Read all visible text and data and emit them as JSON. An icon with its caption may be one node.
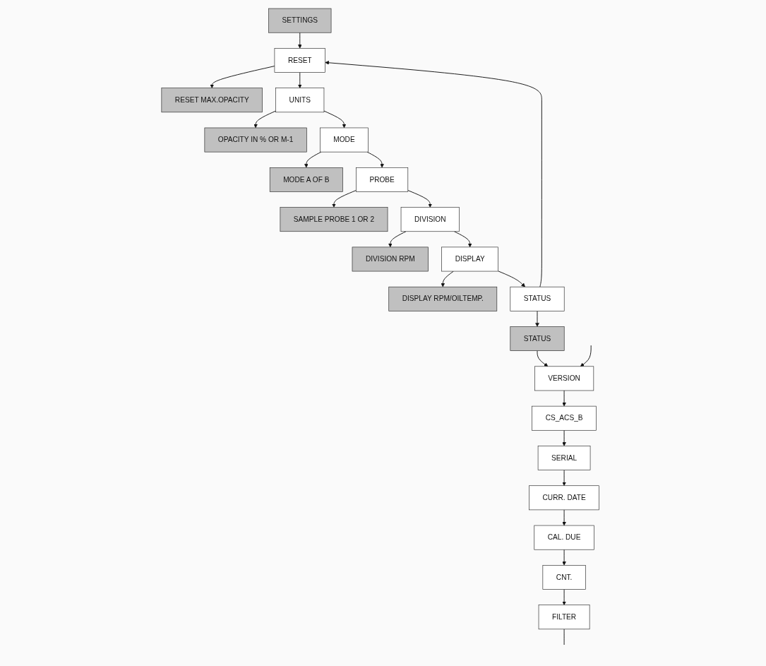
{
  "diagram": {
    "nodes": [
      {
        "text": [
          "SETTINGS"
        ]
      },
      {
        "text": [
          "RESET"
        ]
      },
      {
        "text": [
          "RESET MAX.OPACITY"
        ]
      },
      {
        "text": [
          "UNITS"
        ]
      },
      {
        "text": [
          "OPACITY IN % OR M-1"
        ]
      },
      {
        "text": [
          "MODE"
        ]
      },
      {
        "text": [
          "MODE A OF B"
        ]
      },
      {
        "text": [
          "PROBE"
        ]
      },
      {
        "text": [
          "SAMPLE PROBE 1 OR 2"
        ]
      },
      {
        "text": [
          "DIVISION"
        ]
      },
      {
        "text": [
          "DIVISION RPM"
        ]
      },
      {
        "text": [
          "DISPLAY"
        ]
      },
      {
        "text": [
          "DISPLAY RPM/OILTEMP."
        ]
      },
      {
        "text": [
          "STATUS"
        ]
      },
      {
        "text": [
          "STATUS"
        ]
      },
      {
        "text": [
          "VERSION"
        ]
      },
      {
        "text": [
          "CS_ACS_B"
        ]
      },
      {
        "text": [
          "SERIAL"
        ]
      },
      {
        "text": [
          "CURR. DATE"
        ]
      },
      {
        "text": [
          "CAL. DUE"
        ]
      },
      {
        "text": [
          "CNT."
        ]
      },
      {
        "text": [
          "FILTER"
        ]
      }
    ],
    "edges": [
      {
        "from": 0,
        "to": 1,
        "arrow": "to"
      },
      {
        "from": 1,
        "to": 2,
        "arrow": "to"
      },
      {
        "from": 1,
        "to": 3,
        "arrow": "to"
      },
      {
        "from": 3,
        "to": 4,
        "arrow": "to"
      },
      {
        "from": 3,
        "to": 5,
        "arrow": "to"
      },
      {
        "from": 5,
        "to": 6,
        "arrow": "to"
      },
      {
        "from": 5,
        "to": 7,
        "arrow": "to"
      },
      {
        "from": 7,
        "to": 8,
        "arrow": "to"
      },
      {
        "from": 7,
        "to": 9,
        "arrow": "to"
      },
      {
        "from": 9,
        "to": 10,
        "arrow": "to"
      },
      {
        "from": 9,
        "to": 11,
        "arrow": "to"
      },
      {
        "from": 11,
        "to": 12,
        "arrow": "to"
      },
      {
        "from": 11,
        "to": 13,
        "arrow": "to"
      },
      {
        "from": 13,
        "to": 1,
        "arrow": "to"
      },
      {
        "from": 13,
        "to": 14,
        "arrow": "to"
      },
      {
        "from": 14,
        "to": 15,
        "arrow": "to"
      },
      {
        "from": null,
        "to": 15,
        "arrow": "to"
      },
      {
        "from": 15,
        "to": 16,
        "arrow": "to"
      },
      {
        "from": 16,
        "to": 17,
        "arrow": "to"
      },
      {
        "from": 17,
        "to": 18,
        "arrow": "to"
      },
      {
        "from": 18,
        "to": 19,
        "arrow": "to"
      },
      {
        "from": 19,
        "to": 20,
        "arrow": "to"
      },
      {
        "from": 20,
        "to": 21,
        "arrow": "to"
      },
      {
        "from": 21,
        "to": null,
        "arrow": "none"
      }
    ]
  }
}
